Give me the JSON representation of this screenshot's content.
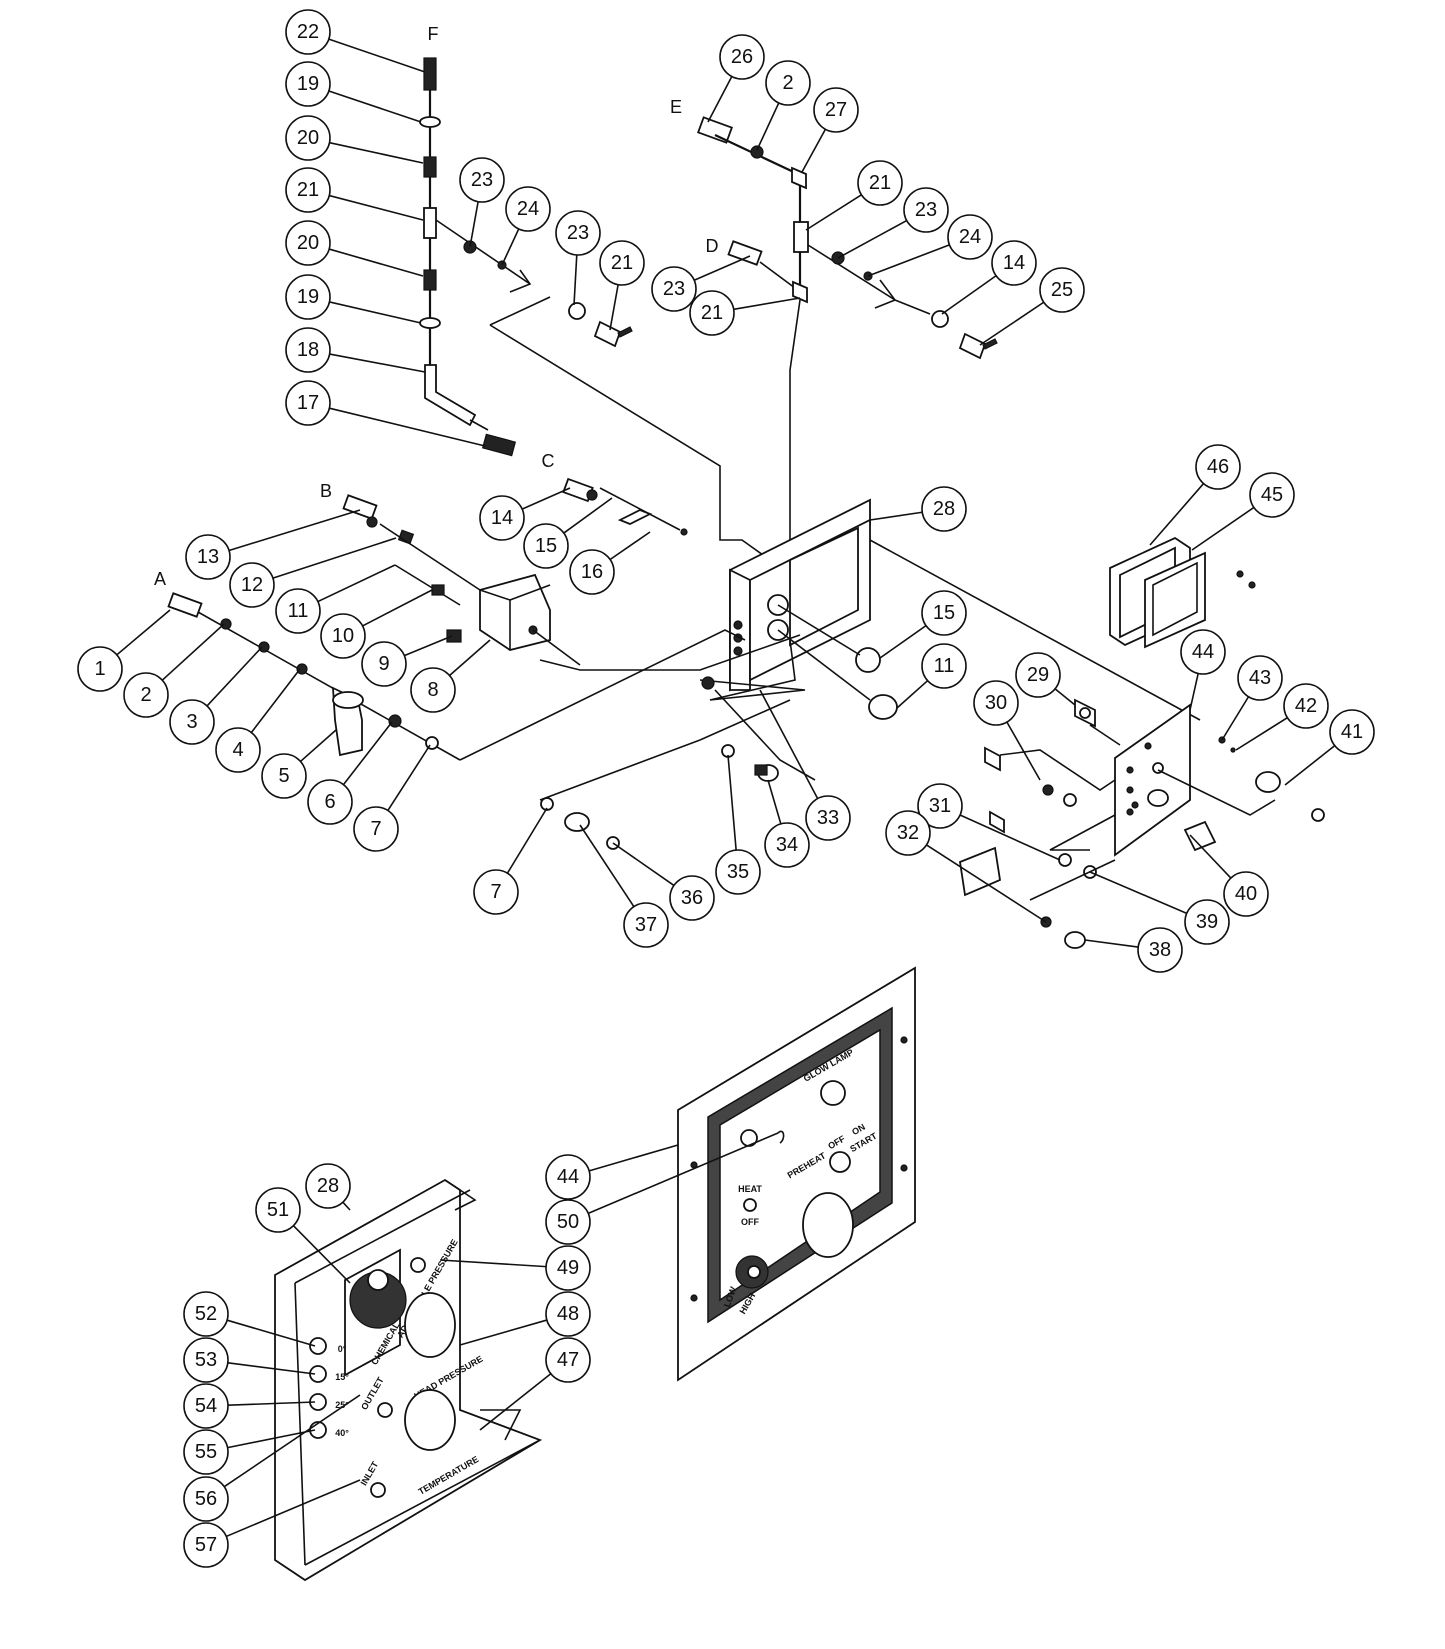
{
  "diagram": {
    "section_letters": [
      "F",
      "E",
      "D",
      "C",
      "B",
      "A"
    ],
    "callouts": [
      "22",
      "19",
      "20",
      "21",
      "20",
      "19",
      "18",
      "17",
      "23",
      "24",
      "23",
      "21",
      "26",
      "2",
      "27",
      "21",
      "23",
      "24",
      "14",
      "25",
      "23",
      "21",
      "13",
      "12",
      "11",
      "10",
      "9",
      "8",
      "1",
      "2",
      "3",
      "4",
      "5",
      "6",
      "7",
      "14",
      "15",
      "16",
      "28",
      "15",
      "11",
      "46",
      "45",
      "44",
      "43",
      "42",
      "41",
      "29",
      "30",
      "31",
      "32",
      "40",
      "39",
      "38",
      "33",
      "34",
      "35",
      "7",
      "36",
      "37",
      "44",
      "50",
      "28",
      "51",
      "49",
      "48",
      "47",
      "52",
      "53",
      "54",
      "55",
      "56",
      "57"
    ],
    "panel_labels": {
      "glow_lamp": "GLOW LAMP",
      "preheat": "PREHEAT",
      "off": "OFF",
      "on": "ON",
      "start": "START",
      "heat": "HEAT",
      "off2": "OFF",
      "low": "LOW",
      "high": "HIGH",
      "chemical": "CHEMICAL",
      "adjustable_pressure": "ADJUSTABLE PRESSURE",
      "head_pressure": "HEAD PRESSURE",
      "temperature": "TEMPERATURE",
      "outlet": "OUTLET",
      "inlet": "INLET",
      "deg0": "0°",
      "deg15": "15°",
      "deg25": "25°",
      "deg40": "40°"
    }
  }
}
